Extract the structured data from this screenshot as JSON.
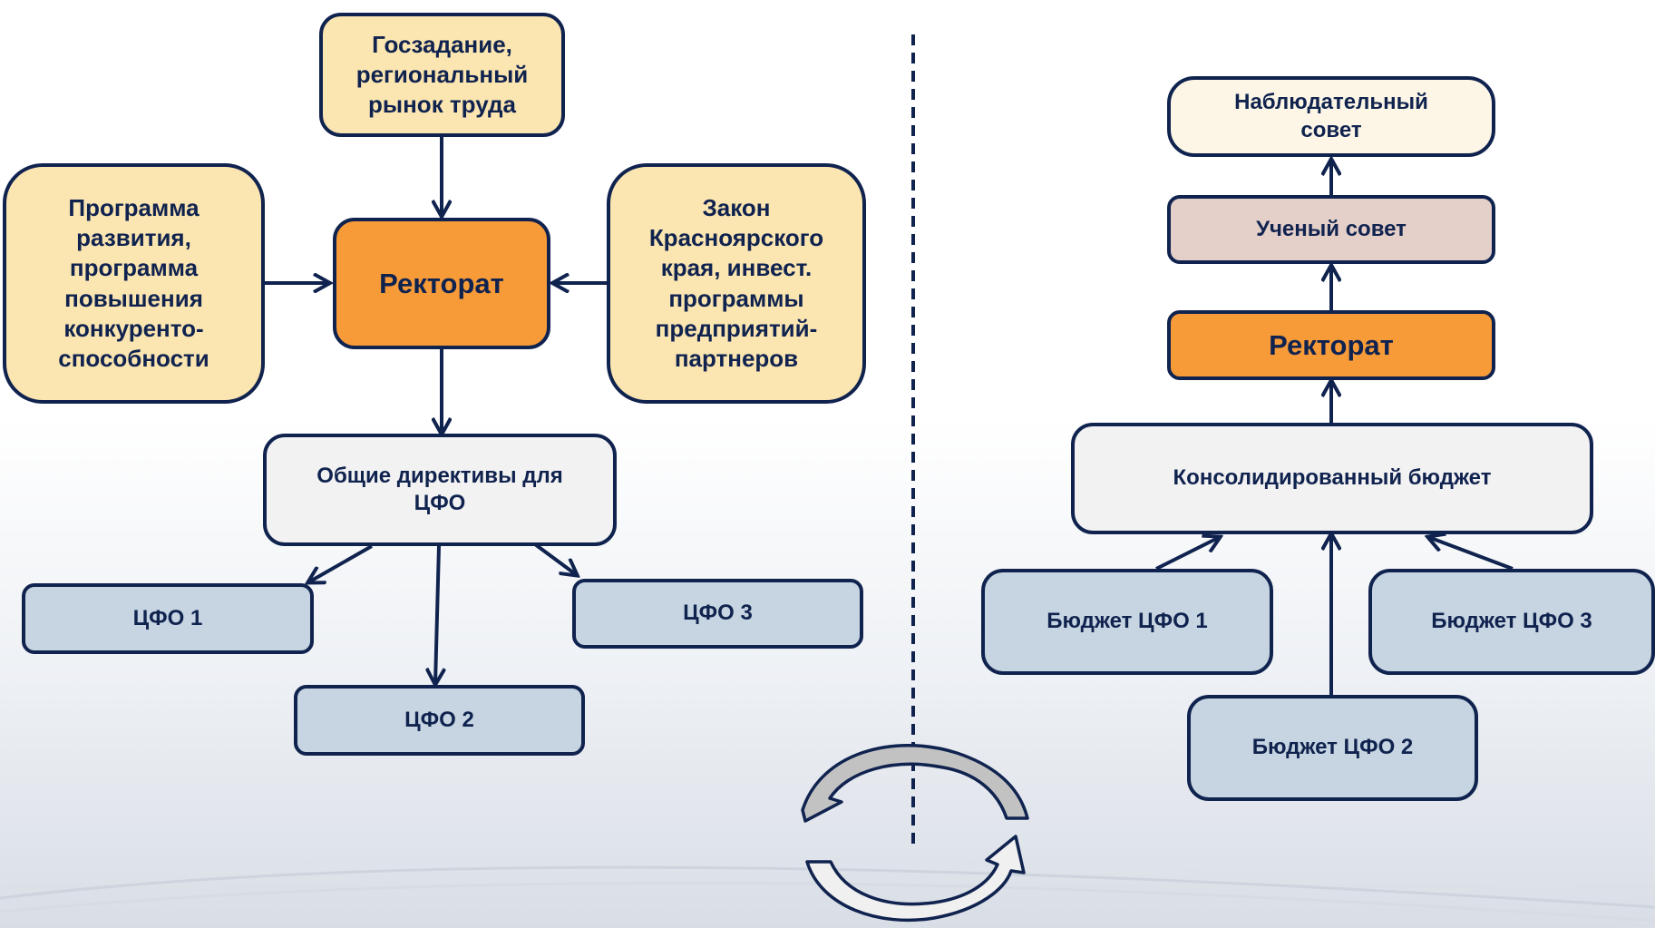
{
  "left": {
    "state_task": "Госзадание,\nрегиональный\nрынок труда",
    "dev_program": "Программа\nразвития,\nпрограмма\nповышения\nконкуренто-\nспособности",
    "rectorate": "Ректорат",
    "law": "Закон\nКрасноярского\nкрая, инвест.\nпрограммы\nпредприятий-\nпартнеров",
    "directives": "Общие директивы для\nЦФО",
    "cfo_1": "ЦФО 1",
    "cfo_2": "ЦФО 2",
    "cfo_3": "ЦФО 3"
  },
  "right": {
    "supervisory_board": "Наблюдательный\nсовет",
    "academic_council": "Ученый совет",
    "rectorate": "Ректорат",
    "consolidated_budget": "Консолидированный бюджет",
    "budget_cfo_1": "Бюджет ЦФО 1",
    "budget_cfo_2": "Бюджет ЦФО 2",
    "budget_cfo_3": "Бюджет ЦФО 3"
  },
  "colors": {
    "border": "#10234f",
    "source_fill": "#fbe5b1",
    "rectorate_fill": "#f79b39",
    "cfo_fill": "#c6d5e1",
    "directive_fill": "#f2f2f2",
    "supervisory_fill": "#fdf6e6",
    "council_fill": "#e4cfc9"
  }
}
